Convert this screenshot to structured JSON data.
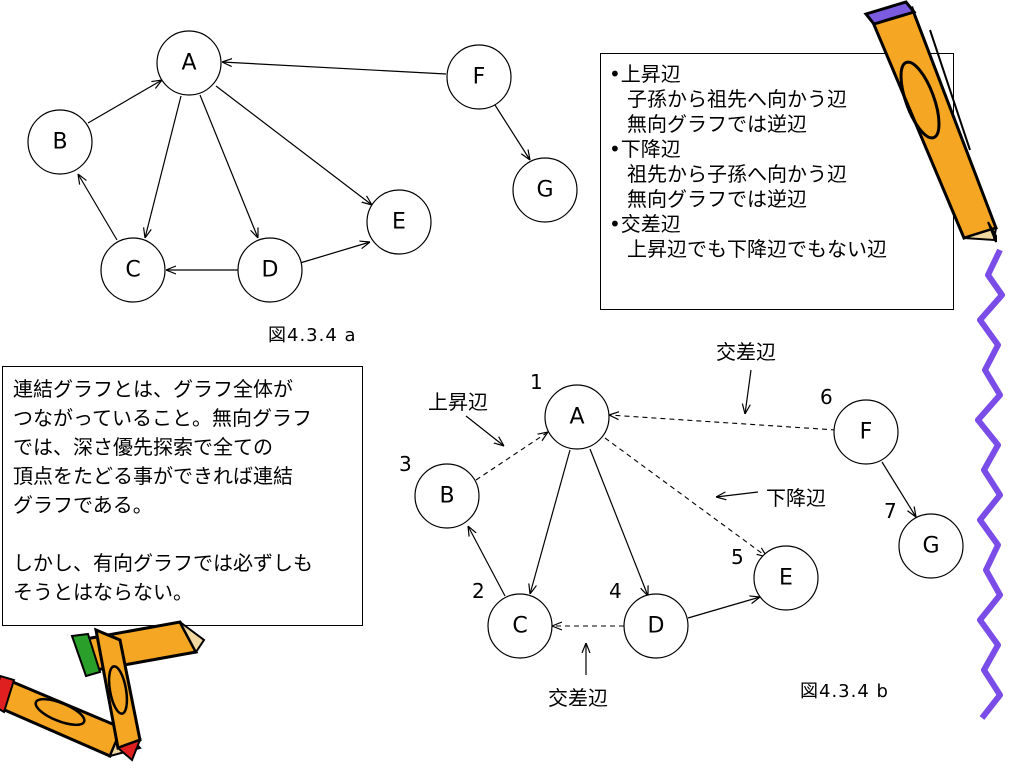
{
  "figure_a": {
    "caption": "図4.3.4 a",
    "nodes": {
      "A": "A",
      "B": "B",
      "C": "C",
      "D": "D",
      "E": "E",
      "F": "F",
      "G": "G"
    }
  },
  "figure_b": {
    "caption": "図4.3.4 b",
    "nodes": {
      "A": "A",
      "B": "B",
      "C": "C",
      "D": "D",
      "E": "E",
      "F": "F",
      "G": "G"
    },
    "order_numbers": {
      "A": "1",
      "C": "2",
      "B": "3",
      "D": "4",
      "E": "5",
      "F": "6",
      "G": "7"
    },
    "annotations": {
      "back_edge": "上昇辺",
      "cross_edge_top": "交差辺",
      "forward_edge": "下降辺",
      "cross_edge_bottom": "交差辺"
    }
  },
  "definitions_box": {
    "lines": [
      "•上昇辺",
      "子孫から祖先へ向かう辺",
      "無向グラフでは逆辺",
      "•下降辺",
      "祖先から子孫へ向かう辺",
      "無向グラフでは逆辺",
      "•交差辺",
      "上昇辺でも下降辺でもない辺"
    ]
  },
  "explanation_box": {
    "lines": [
      "連結グラフとは、グラフ全体が",
      "つながっていること。無向グラフ",
      "では、深さ優先探索で全ての",
      "頂点をたどる事ができれば連結",
      "グラフである。",
      "",
      "しかし、有向グラフでは必ずしも",
      "そうとはならない。"
    ]
  },
  "colors": {
    "pencil_body": "#f5a623",
    "pencil_outline": "#000000",
    "pencil_purple": "#7b5ce0",
    "squiggle": "#7a4de8",
    "pencil_red": "#e02020",
    "pencil_green": "#2aa02a"
  }
}
